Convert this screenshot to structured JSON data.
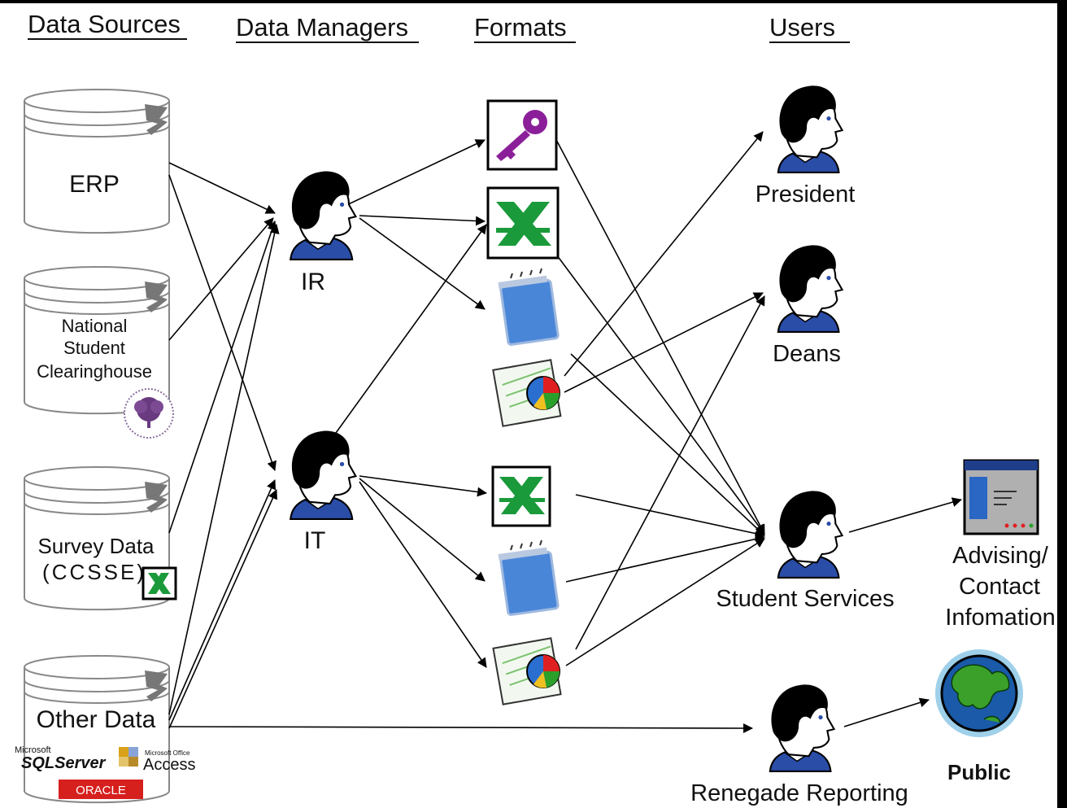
{
  "headers": {
    "data_sources": "Data Sources",
    "data_managers": "Data Managers",
    "formats": "Formats",
    "users": "Users"
  },
  "sources": {
    "erp": "ERP",
    "nsc_line1": "National",
    "nsc_line2": "Student",
    "nsc_line3": "Clearinghouse",
    "survey_line1": "Survey Data",
    "survey_line2": "(CCSSE)",
    "other": "Other Data",
    "logo_sqlserver_small": "Microsoft",
    "logo_sqlserver": "SQLServer",
    "logo_access_small": "Microsoft Office",
    "logo_access": "Access",
    "logo_oracle": "ORACLE"
  },
  "managers": {
    "ir": "IR",
    "it": "IT"
  },
  "users": {
    "president": "President",
    "deans": "Deans",
    "student_services": "Student Services",
    "renegade": "Renegade Reporting",
    "advising_line1": "Advising/",
    "advising_line2": "Contact",
    "advising_line3": "Infomation",
    "public": "Public"
  },
  "icons": [
    "database-cylinder-icon",
    "person-head-icon",
    "access-key-icon",
    "excel-icon",
    "notepad-icon",
    "spreadsheet-chart-icon",
    "web-page-icon",
    "globe-icon",
    "clearinghouse-seal-icon"
  ],
  "colors": {
    "background": "#ffffff",
    "frame": "#000000",
    "access_purple": "#8b1f99",
    "excel_green": "#1a9a3a",
    "person_shirt": "#2a4da8"
  }
}
